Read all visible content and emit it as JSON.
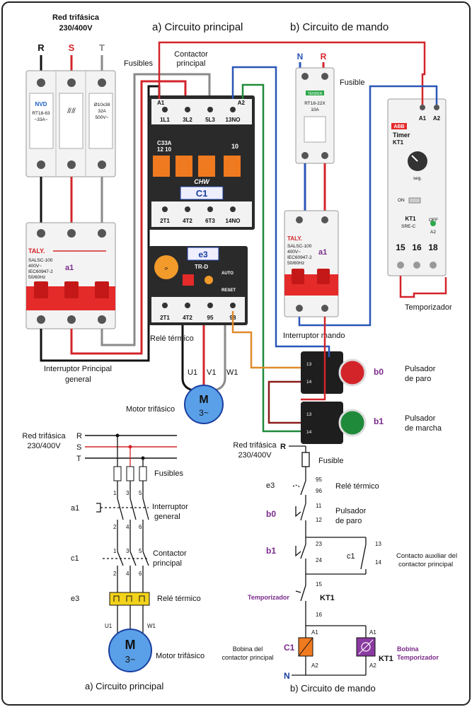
{
  "labels": {
    "red_trifasica_top": "Red trifásica",
    "red_voltage_top": "230/400V",
    "title_a": "a)  Circuito principal",
    "title_b": "b)  Circuito de mando",
    "fusibles_top": "Fusibles",
    "contactor_top_1": "Contactor",
    "contactor_top_2": "principal",
    "fusible_top": "Fusible",
    "interruptor_principal_1": "Interruptor  Principal",
    "interruptor_principal_2": "general",
    "rele_termico_top": "Relé térmico",
    "motor_trifasico_top": "Motor trifásico",
    "interruptor_mando": "Interruptor mando",
    "temporizador_top": "Temporizador",
    "pulsador_paro_1": "Pulsador",
    "pulsador_paro_2": "de paro",
    "pulsador_marcha_1": "Pulsador",
    "pulsador_marcha_2": "de marcha",
    "b0": "b0",
    "b1": "b1",
    "phase_r": "R",
    "phase_s": "S",
    "phase_t": "T",
    "phase_n": "N"
  },
  "devices": {
    "fuse_nvd": "NVD",
    "fuse_rt": "RT18-63",
    "fuse_a": "~33A~",
    "fuse_size": "Ø10x38",
    "fuse_amps": "32A",
    "fuse_volt": "500V~",
    "taly": "TALY.",
    "sal": "SALSC-100",
    "sal_v": "400V~",
    "sal_iec": "IEC60947-2",
    "sal_hz": "50/60Hz",
    "a1": "a1",
    "c33a": "C33A",
    "c33a_2": "12 10",
    "ten": "10",
    "chw": "CHW",
    "c1": "C1",
    "t_a1": "A1",
    "t_1l1": "1L1",
    "t_3l2": "3L2",
    "t_5l3": "5L3",
    "t_13no": "13NO",
    "t_a2": "A2",
    "t_2t1": "2T1",
    "t_4t2": "4T2",
    "t_6t3": "6T3",
    "t_14no": "14NO",
    "e3": "e3",
    "trd": "TR-D",
    "auto": "AUTO",
    "reset": "RESET",
    "r_2t1": "2T1",
    "r_4t2": "4T2",
    "r_95": "95",
    "r_98": "98",
    "u1": "U1",
    "v1": "V1",
    "w1": "W1",
    "motor_m": "M",
    "motor_3": "3~",
    "tenden": "TENDEN",
    "fuse2_rt": "RT18-22X",
    "fuse2_a": "10A",
    "abb": "ABB",
    "timer": "Timer",
    "kt1": "KT1",
    "seg": "seg.",
    "on": "ON",
    "off": "OFF",
    "sre": "SRE-C",
    "tm_a1": "A1",
    "tm_a2": "A2",
    "tm_15": "15",
    "tm_16": "16",
    "tm_18": "18",
    "pb_13": "13",
    "pb_14": "14"
  },
  "schematic_a": {
    "red": "Red trifásica",
    "volt": "230/400V",
    "r": "R",
    "s": "S",
    "t": "T",
    "fusibles": "Fusibles",
    "n1": "1",
    "n3": "3",
    "n5": "5",
    "n2": "2",
    "n4": "4",
    "n6": "6",
    "a1": "a1",
    "interruptor_1": "Interruptor",
    "interruptor_2": "general",
    "c1": "c1",
    "contactor_1": "Contactor",
    "contactor_2": "principal",
    "e3": "e3",
    "rele": "Relé térmico",
    "u1": "U1",
    "w1": "W1",
    "m": "M",
    "m3": "3~",
    "motor": "Motor trifásico",
    "title": "a)  Circuito principal"
  },
  "schematic_b": {
    "red": "Red trifásica",
    "volt": "230/400V",
    "r": "R",
    "fusible": "Fusible",
    "e3": "e3",
    "n95": "95",
    "n96": "96",
    "rele": "Relé térmico",
    "b0": "b0",
    "n11": "11",
    "n12": "12",
    "pulsador_1": "Pulsador",
    "pulsador_2": "de paro",
    "b1": "b1",
    "n23": "23",
    "n24": "24",
    "c1": "c1",
    "n13": "13",
    "n14": "14",
    "aux_1": "Contacto auxiliar del",
    "aux_2": "contactor principal",
    "n15": "15",
    "temporizador": "Temporizador",
    "kt1": "KT1",
    "n16": "16",
    "a1": "A1",
    "a1b": "A1",
    "a2": "A2",
    "a2b": "A2",
    "c1coil": "C1",
    "kt1coil": "KT1",
    "bobina1": "Bobina del",
    "bobina2": "contactor principal",
    "bobinat1": "Bobina",
    "bobinat2": "Temporizador",
    "n": "N",
    "title": "b)  Circuito de mando"
  },
  "colors": {
    "phase_red": "#d3242a",
    "wire_blue": "#2a56b8",
    "wire_green": "#1f8a3a",
    "wire_orange": "#e08a2a",
    "wire_gray": "#8a8a8a",
    "module_orange": "#f07a20",
    "breaker_red": "#e52a2a",
    "label_purple": "#7a2a8a"
  }
}
